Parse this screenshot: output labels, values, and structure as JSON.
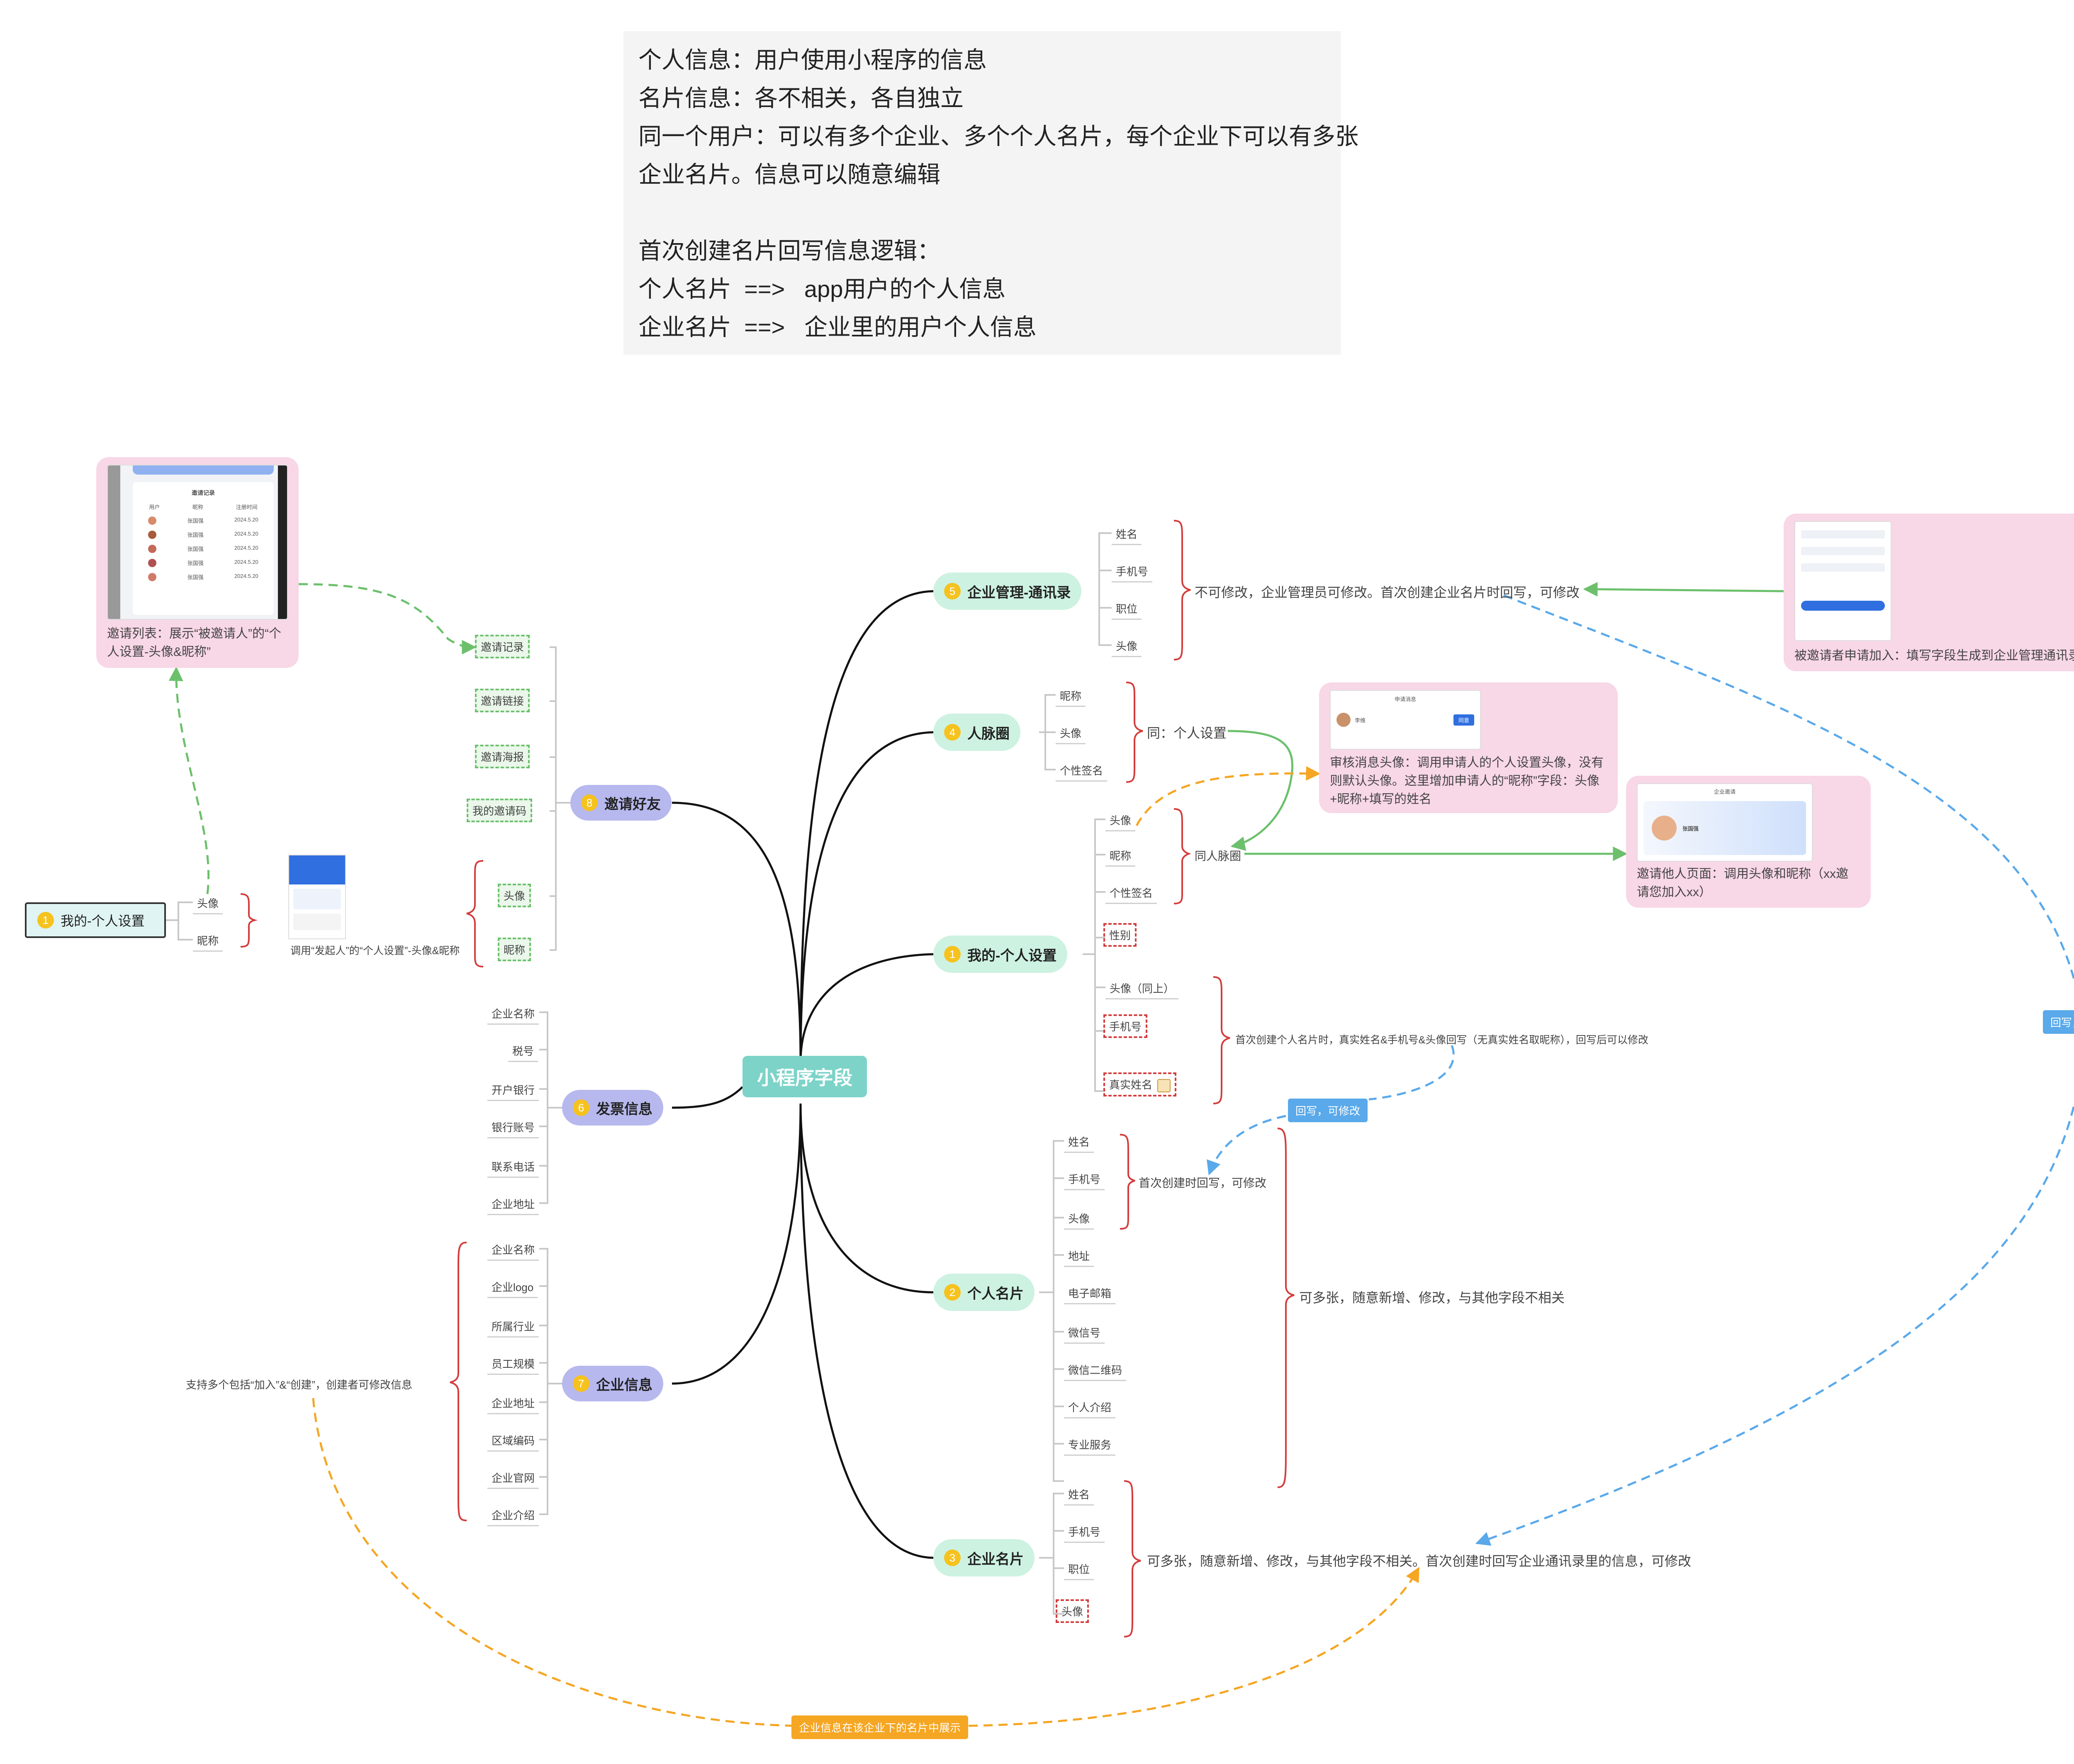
{
  "note": {
    "lines": [
      "个人信息：用户使用小程序的信息",
      "名片信息：各不相关，各自独立",
      "同一个用户：可以有多个企业、多个个人名片，每个企业下可以有多张",
      "企业名片。信息可以随意编辑",
      "",
      "首次创建名片回写信息逻辑：",
      "个人名片  ==>   app用户的个人信息",
      "企业名片  ==>   企业里的用户个人信息"
    ]
  },
  "center": "小程序字段",
  "colors": {
    "center": "#7dd3c8",
    "green_topic": "#cdf2e1",
    "purple_topic": "#b7b8ee",
    "card": "#f8d7e6",
    "tag_blue": "#5aa9ea",
    "tag_orange": "#f5a623",
    "badge": "#f6c21e"
  },
  "topics": {
    "enterprise_mgmt": {
      "num": "5",
      "label": "企业管理-通讯录",
      "fields": [
        "姓名",
        "手机号",
        "职位",
        "头像"
      ],
      "note": "不可修改，企业管理员可修改。首次创建企业名片时回写，可修改"
    },
    "network": {
      "num": "4",
      "label": "人脉圈",
      "fields": [
        "昵称",
        "头像",
        "个性签名"
      ],
      "note": "同：个人设置"
    },
    "my_settings": {
      "num": "1",
      "label": "我的-个人设置",
      "fields": [
        "头像",
        "昵称",
        "个性签名",
        "性别",
        "头像（同上）",
        "手机号",
        "真实姓名"
      ],
      "note_group": "同人脉圈",
      "note_first": "首次创建个人名片时，真实姓名&手机号&头像回写（无真实姓名取昵称），回写后可以修改"
    },
    "personal_card": {
      "num": "2",
      "label": "个人名片",
      "fields": [
        "姓名",
        "手机号",
        "头像",
        "地址",
        "电子邮箱",
        "微信号",
        "微信二维码",
        "个人介绍",
        "专业服务"
      ],
      "note_first": "首次创建时回写，可修改",
      "note_all": "可多张，随意新增、修改，与其他字段不相关"
    },
    "company_card": {
      "num": "3",
      "label": "企业名片",
      "fields": [
        "姓名",
        "手机号",
        "职位",
        "头像"
      ],
      "note": "可多张，随意新增、修改，与其他字段不相关。首次创建时回写企业通讯录里的信息，可修改"
    },
    "invite": {
      "num": "8",
      "label": "邀请好友",
      "fields": [
        "邀请记录",
        "邀请链接",
        "邀请海报",
        "我的邀请码"
      ],
      "sub_fields": [
        "头像",
        "昵称"
      ]
    },
    "invoice": {
      "num": "6",
      "label": "发票信息",
      "fields": [
        "企业名称",
        "税号",
        "开户银行",
        "银行账号",
        "联系电话",
        "企业地址"
      ]
    },
    "company_info": {
      "num": "7",
      "label": "企业信息",
      "fields": [
        "企业名称",
        "企业logo",
        "所属行业",
        "员工规模",
        "企业地址",
        "区域编码",
        "企业官网",
        "企业介绍"
      ],
      "note": "支持多个包括“加入”&“创建”，创建者可修改信息"
    }
  },
  "left_node": {
    "num": "1",
    "label": "我的-个人设置",
    "fields": [
      "头像",
      "昵称"
    ],
    "note": "调用“发起人”的“个人设置”-头像&昵称"
  },
  "cards": {
    "invite_list": {
      "caption": "邀请列表：展示“被邀请人”的“个人设置-头像&昵称”",
      "screen_title": "邀请记录",
      "cols": [
        "用户",
        "昵称",
        "注册时间"
      ],
      "rows": [
        [
          "张国强",
          "2024.5.20"
        ],
        [
          "张国强",
          "2024.5.20"
        ],
        [
          "张国强",
          "2024.5.20"
        ],
        [
          "张国强",
          "2024.5.20"
        ],
        [
          "张国强",
          "2024.5.20"
        ]
      ]
    },
    "review": {
      "caption": "审核消息头像：调用申请人的个人设置头像，没有则默认头像。这里增加申请人的“昵称”字段：头像+昵称+填写的姓名",
      "screen_title": "申请消息",
      "name": "李维",
      "btn": "同意"
    },
    "invite_page": {
      "caption": "邀请他人页面：调用头像和昵称（xx邀请您加入xx）",
      "screen_title": "企业邀请",
      "name": "张国强"
    },
    "apply": {
      "caption": "被邀请者申请加入：填写字段生成到企业管理通讯录"
    }
  },
  "tags": {
    "writeback_1": "回写，可修改",
    "writeback_2": "回写，可修改",
    "company_show": "企业信息在该企业下的名片中展示"
  }
}
